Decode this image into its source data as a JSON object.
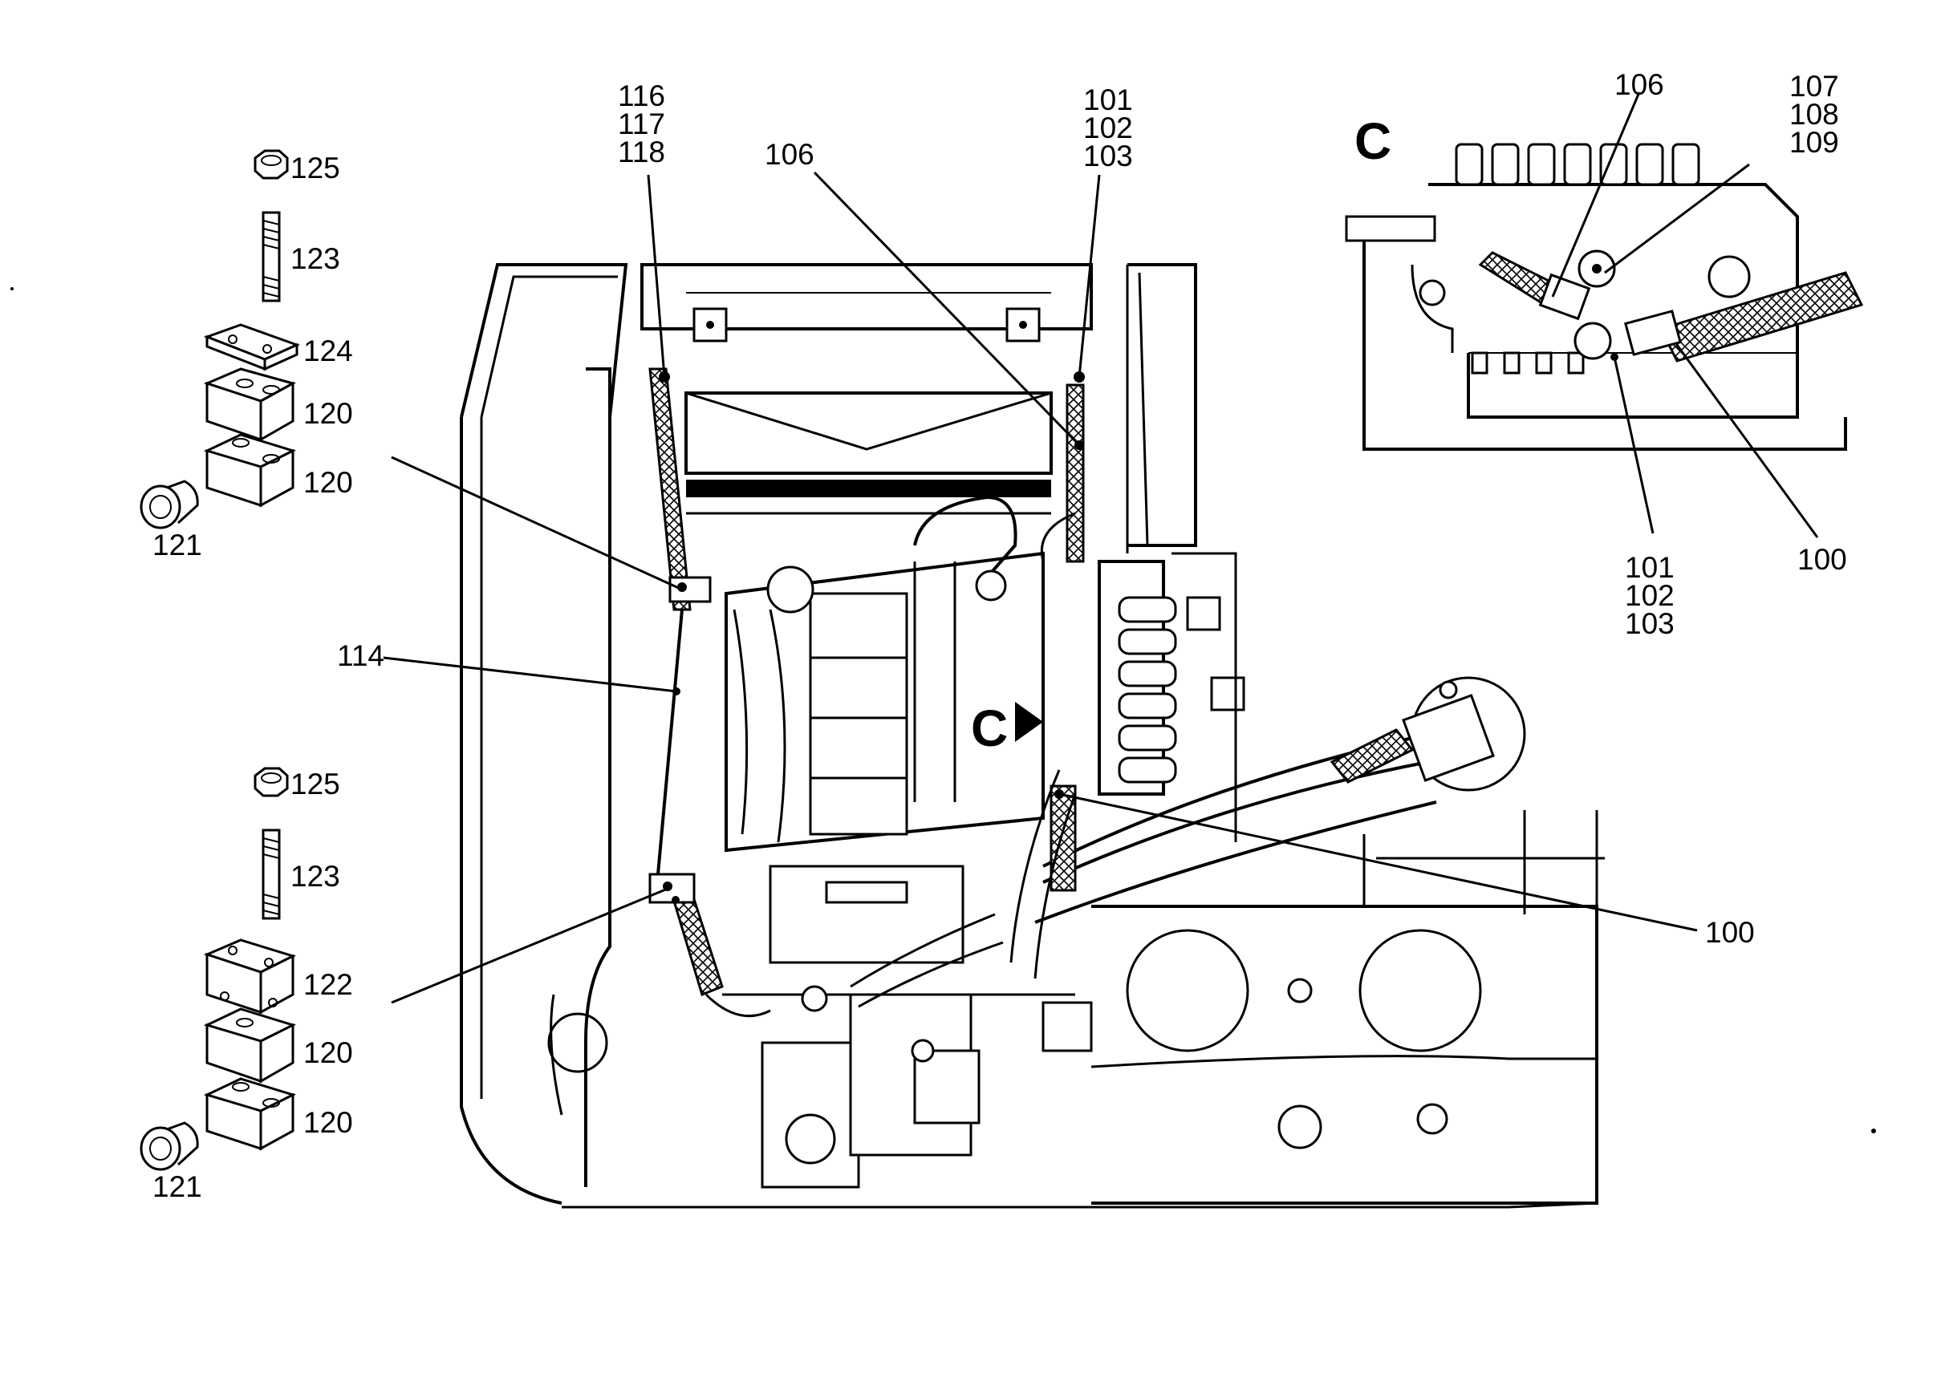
{
  "labels": {
    "top_left_group": [
      "116",
      "117",
      "118"
    ],
    "top_mid": "106",
    "top_right_group": [
      "101",
      "102",
      "103"
    ],
    "clamp_upper": {
      "nut": "125",
      "stud": "123",
      "plate": "124",
      "half_top": "120",
      "half_bottom": "120",
      "plug": "121"
    },
    "clamp_lower": {
      "nut": "125",
      "stud": "123",
      "block": "122",
      "half_top": "120",
      "half_bottom": "120",
      "plug": "121"
    },
    "pipe_left": "114",
    "hose_right": "100",
    "view_marker": "C",
    "detail": {
      "title": "C",
      "label_106": "106",
      "group_top": [
        "107",
        "108",
        "109"
      ],
      "group_bottom": [
        "101",
        "102",
        "103"
      ],
      "label_100": "100"
    }
  }
}
